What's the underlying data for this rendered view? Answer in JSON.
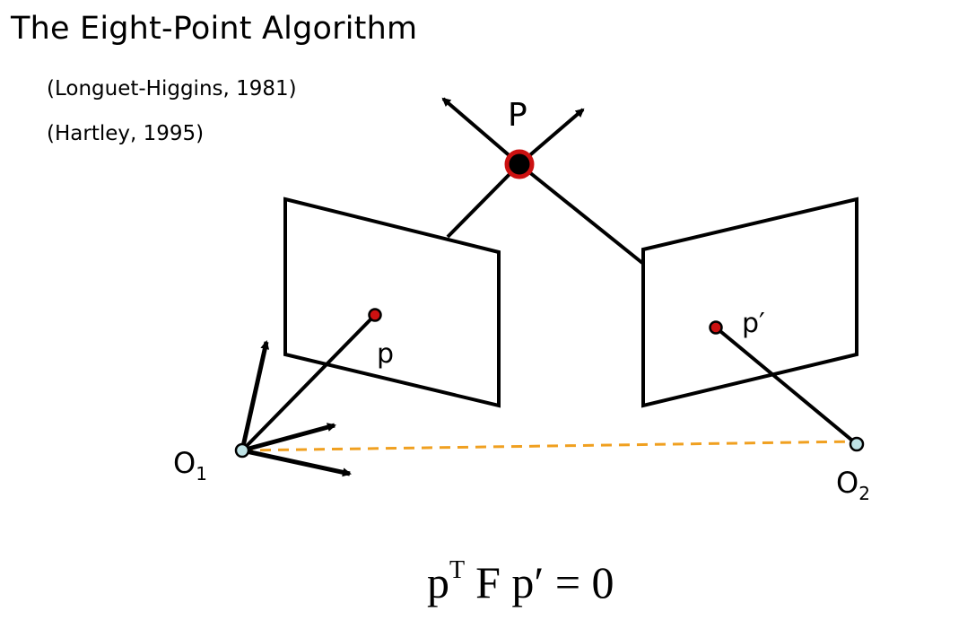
{
  "title": "The Eight-Point Algorithm",
  "citations": [
    "(Longuet-Higgins, 1981)",
    "(Hartley, 1995)"
  ],
  "labels": {
    "world_point": "P",
    "image_point_left": "p",
    "image_point_right": "p′",
    "camera_left": "O",
    "camera_left_sub": "1",
    "camera_right": "O",
    "camera_right_sub": "2"
  },
  "equation": {
    "p": "p",
    "sup": "T",
    "rest": "F p′ = 0"
  },
  "colors": {
    "point_red": "#cc1111",
    "camera_center": "#bfe3e6",
    "baseline": "#f0a020",
    "line": "#000000"
  }
}
